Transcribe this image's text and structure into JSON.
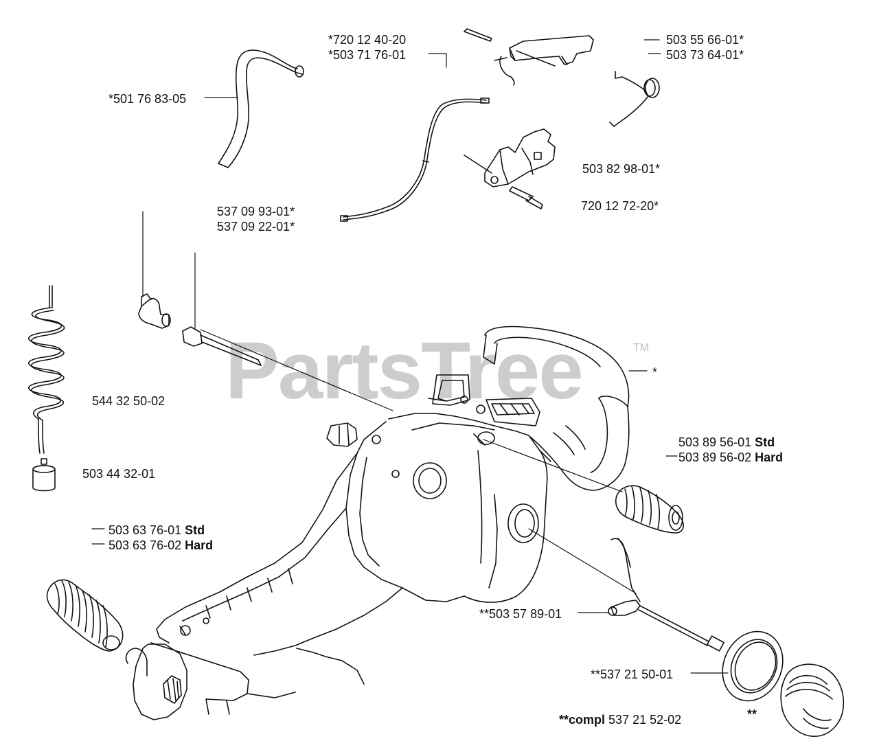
{
  "watermark": {
    "text": "PartsTree",
    "mark": "TM"
  },
  "labels": {
    "p_720_12_40_20": "*720 12 40-20",
    "p_503_71_76_01": "*503 71 76-01",
    "p_503_55_66_01": "503 55 66-01*",
    "p_503_73_64_01": "503 73 64-01*",
    "p_501_76_83_05": "*501 76 83-05",
    "p_503_82_98_01": "503 82 98-01*",
    "p_720_12_72_20": "720 12 72-20*",
    "p_537_09_93_01": "537 09 93-01*",
    "p_537_09_22_01": "537 09 22-01*",
    "p_544_32_50_02": "544 32 50-02",
    "p_503_44_32_01": "503 44 32-01",
    "handle_ref": "*",
    "p_503_89_56_01": {
      "num": "503 89 56-01",
      "grade": "Std"
    },
    "p_503_89_56_02": {
      "num": "503 89 56-02",
      "grade": "Hard"
    },
    "p_503_63_76_01": {
      "num": "503 63 76-01",
      "grade": "Std"
    },
    "p_503_63_76_02": {
      "num": "503 63 76-02",
      "grade": "Hard"
    },
    "p_503_57_89_01": "**503 57 89-01",
    "p_537_21_50_01": "**537 21 50-01",
    "compl": {
      "prefix": "**compl",
      "num": "537 21 52-02"
    },
    "cap_ref": "**"
  },
  "colors": {
    "line": "#111111",
    "watermark": "#bdbdbd",
    "background": "#ffffff"
  }
}
